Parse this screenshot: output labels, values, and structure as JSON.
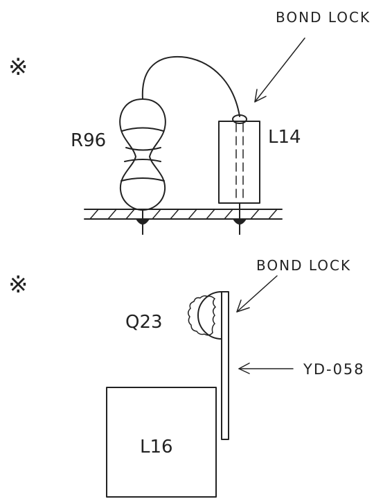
{
  "figure1": {
    "mark": "※",
    "callout": "BOND LOCK",
    "resistor_label": "R96",
    "coil_label": "L14"
  },
  "figure2": {
    "mark": "※",
    "callout": "BOND LOCK",
    "transistor_label": "Q23",
    "strip_label": "YD-058",
    "coil_label": "L16"
  },
  "colors": {
    "ink": "#222222",
    "paper": "#ffffff"
  }
}
